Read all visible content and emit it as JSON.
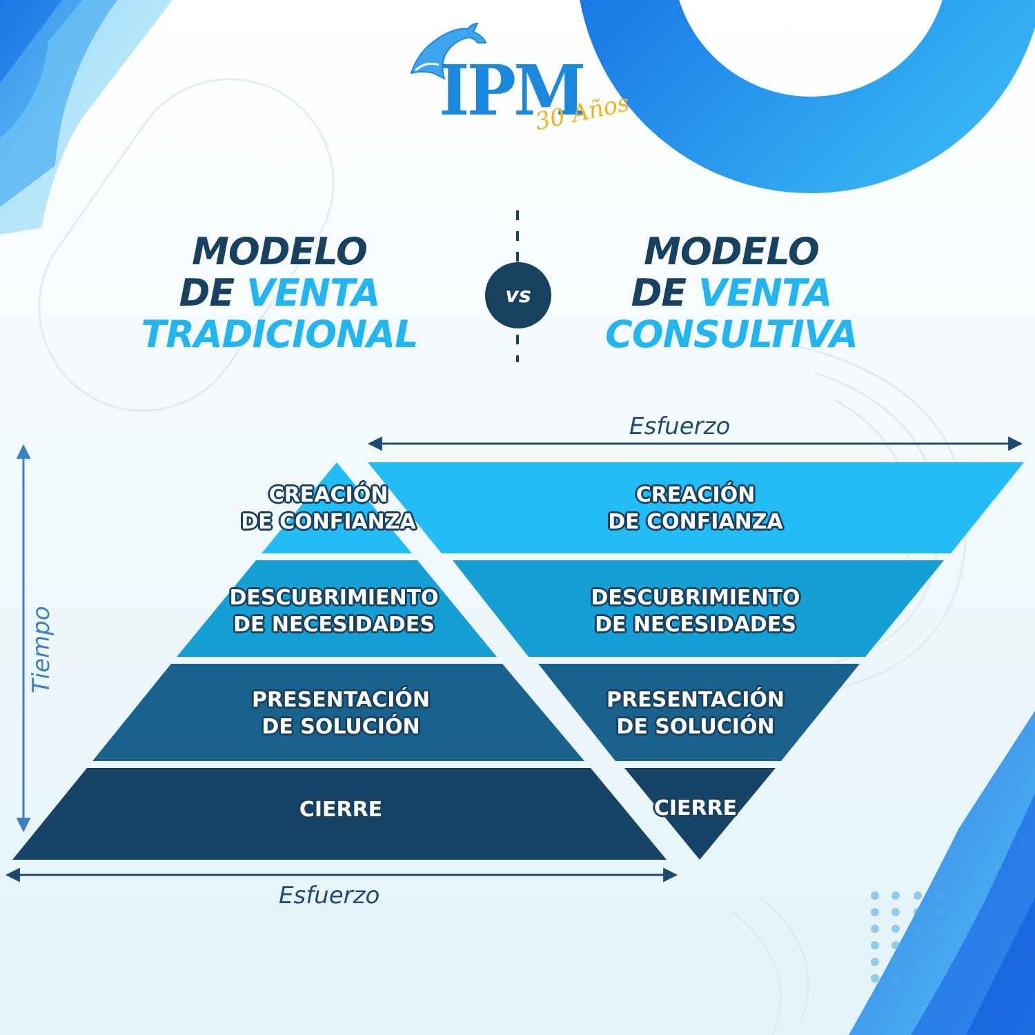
{
  "logo": {
    "brand": "IPM",
    "tagline": "30 Años",
    "colors": {
      "brand": "#1a88dd",
      "tagline": "#f2b21c"
    }
  },
  "header": {
    "left_title": {
      "line1": "MODELO",
      "line2_dark": "DE ",
      "line2_accent": "VENTA",
      "line3": "TRADICIONAL"
    },
    "versus": "vs",
    "right_title": {
      "line1": "MODELO",
      "line2_dark": "DE ",
      "line2_accent": "VENTA",
      "line3": "CONSULTIVA"
    }
  },
  "axes": {
    "horizontal_top": "Esfuerzo",
    "horizontal_bottom": "Esfuerzo",
    "vertical": "Tiempo"
  },
  "traditional_pyramid": {
    "stages": [
      {
        "label": "CREACIÓN\nDE CONFIANZA",
        "color": "#22bdf6"
      },
      {
        "label": "DESCUBRIMIENTO\nDE NECESIDADES",
        "color": "#14a0d4"
      },
      {
        "label": "PRESENTACIÓN\nDE SOLUCIÓN",
        "color": "#19628d"
      },
      {
        "label": "CIERRE",
        "color": "#174466"
      }
    ]
  },
  "consultative_pyramid": {
    "stages": [
      {
        "label": "CREACIÓN\nDE CONFIANZA",
        "color": "#22bdf6"
      },
      {
        "label": "DESCUBRIMIENTO\nDE NECESIDADES",
        "color": "#14a0d4"
      },
      {
        "label": "PRESENTACIÓN\nDE SOLUCIÓN",
        "color": "#19628d"
      },
      {
        "label": "CIERRE",
        "color": "#174466"
      }
    ]
  },
  "colors": {
    "dark_navy": "#17415f",
    "accent_blue": "#21b5f2",
    "axis_line": "#1d4a6e"
  }
}
